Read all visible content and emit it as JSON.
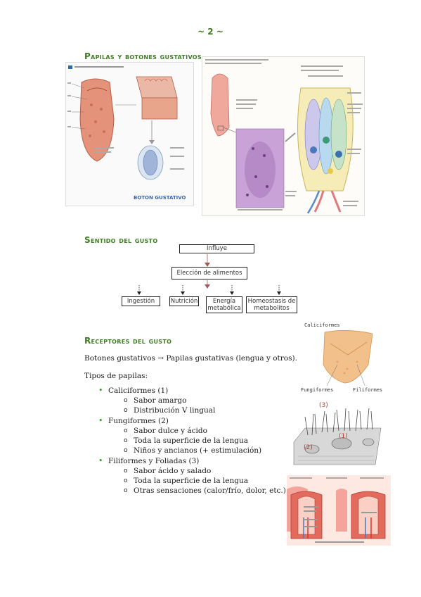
{
  "page_number": "~ 2 ~",
  "section1": {
    "heading": "Papilas y botones gustativos",
    "figure_left_caption": "BOTON GUSTATIVO"
  },
  "section2": {
    "heading": "Sentido del gusto",
    "diagram": {
      "top": "Influye",
      "middle": "Elección de alimentos",
      "leaves": [
        "Ingestión",
        "Nutrición",
        "Energía metabólica",
        "Homeostasis de metabolitos"
      ]
    }
  },
  "section3": {
    "heading": "Receptores del gusto",
    "intro": "Botones gustativos → Papilas gustativas (lengua y otros).",
    "types_label": "Tipos de papilas:",
    "items": [
      {
        "label": "Caliciformes (1)",
        "subs": [
          "Sabor amargo",
          "Distribución V lingual"
        ]
      },
      {
        "label": "Fungiformes (2)",
        "subs": [
          "Sabor dulce y ácido",
          "Toda la superficie de la lengua",
          "Niños y ancianos (+ estimulación)"
        ]
      },
      {
        "label": "Filiformes y Foliadas (3)",
        "subs": [
          "Sabor ácido y salado",
          "Toda la superficie de la lengua",
          "Otras sensaciones (calor/frío, dolor, etc.)"
        ]
      }
    ],
    "fig1": {
      "title": "Caliciformes",
      "left": "Fungiformes",
      "right": "Filiformes"
    },
    "fig2": {
      "l1": "(3)",
      "l2": "(1)",
      "l3": "(2)"
    }
  }
}
